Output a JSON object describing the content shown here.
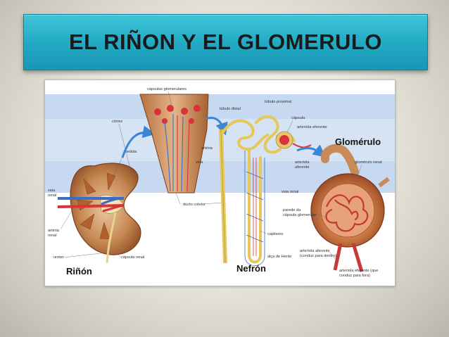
{
  "slide": {
    "title": "EL RIÑON Y EL GLOMERULO"
  },
  "diagram": {
    "kidney": {
      "title": "Riñón",
      "labels": {
        "cortex": "córtex",
        "medula": "medula",
        "vena_renal": "veia\nrenal",
        "arteria_renal": "artéria\nrenal",
        "ureter": "ureter",
        "capsula_renal": "cápsula renal"
      }
    },
    "section": {
      "labels": {
        "capsulas": "cápsulas glomerulares",
        "arteria": "artéria",
        "veia": "veia",
        "ducto_coletor": "ducto coletor"
      }
    },
    "nephron": {
      "title": "Nefrón",
      "labels": {
        "tubulo_distal": "túbulo distal",
        "tubulo_proximal": "túbulo proximal",
        "capsula": "cápsula",
        "arteriola_eferente_top": "arteríola eferente",
        "arteriola_aferente_top": "arteríola\naferente",
        "veia_renal": "veia renal",
        "capilares": "capilares",
        "alca_henle": "alça de Henle"
      }
    },
    "glomerulus": {
      "title": "Glomérulo",
      "labels": {
        "glomerulo_renal": "glomérulo renal",
        "parede_capsula": "parede da\ncápsula glomerular",
        "arteriola_aferente": "arteríola aferente\n(conduz para dentro)",
        "arteriola_eferente": "arteríola eferente (que\nconduz para fora)"
      }
    },
    "colors": {
      "band": "#c6d9f1",
      "band_mid": "#dfe9f6",
      "tissue": "#c98a5a",
      "tissue_dark": "#8e4a26",
      "artery": "#d8323a",
      "vein": "#3a6cc8",
      "tubule": "#e5c75a",
      "arrow": "#3c86d6"
    }
  }
}
